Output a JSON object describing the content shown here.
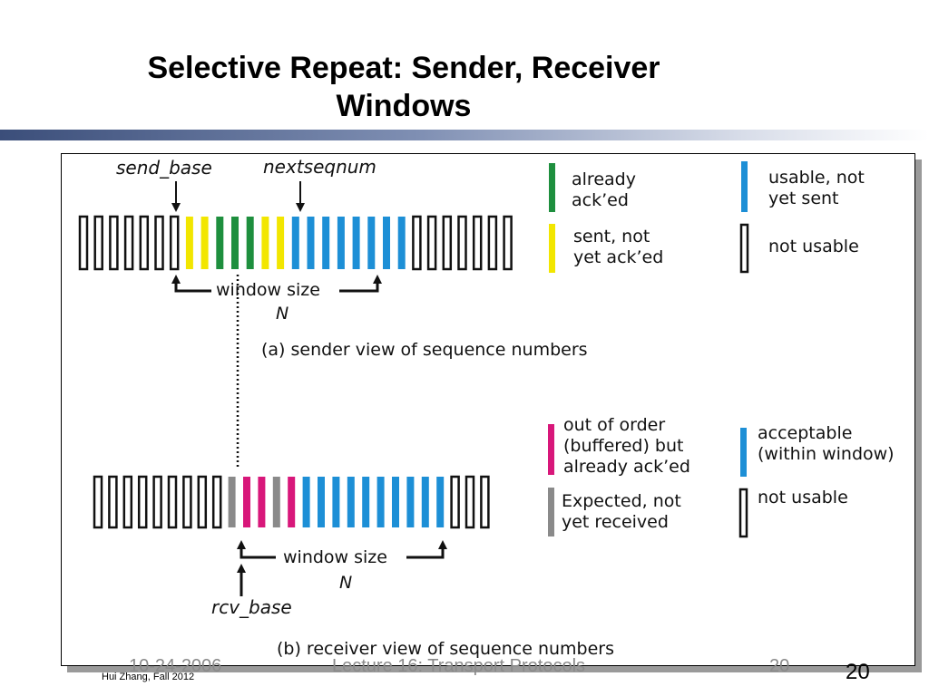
{
  "slide": {
    "title_line1": "Selective Repeat: Sender, Receiver",
    "title_line2": "Windows"
  },
  "colors": {
    "acked": "#1e8f3e",
    "sent_not_acked": "#f2e600",
    "usable": "#1d8fd6",
    "out_of_order": "#d8177a",
    "expected": "#8a8a8a",
    "not_usable_outline": "#111111"
  },
  "sender": {
    "send_base_label": "send_base",
    "nextseqnum_label": "nextseqnum",
    "window_size_label": "window size",
    "n_label": "N",
    "caption": "(a) sender view of sequence numbers",
    "slots": [
      "not_usable",
      "not_usable",
      "not_usable",
      "not_usable",
      "not_usable",
      "not_usable",
      "not_usable",
      "sent",
      "sent",
      "acked",
      "acked",
      "acked",
      "sent",
      "sent",
      "usable",
      "usable",
      "usable",
      "usable",
      "usable",
      "usable",
      "usable",
      "usable",
      "not_usable",
      "not_usable",
      "not_usable",
      "not_usable",
      "not_usable",
      "not_usable",
      "not_usable"
    ],
    "legend": {
      "acked": "already ack’ed",
      "sent": "sent, not yet ack’ed",
      "usable": "usable, not yet sent",
      "not_usable": "not usable"
    }
  },
  "receiver": {
    "rcv_base_label": "rcv_base",
    "window_size_label": "window size",
    "n_label": "N",
    "caption": "(b) receiver view of sequence numbers",
    "slots": [
      "not_usable",
      "not_usable",
      "not_usable",
      "not_usable",
      "not_usable",
      "not_usable",
      "not_usable",
      "not_usable",
      "not_usable",
      "expected",
      "out_of_order",
      "out_of_order",
      "expected",
      "out_of_order",
      "usable",
      "usable",
      "usable",
      "usable",
      "usable",
      "usable",
      "usable",
      "usable",
      "usable",
      "usable",
      "not_usable",
      "not_usable",
      "not_usable"
    ],
    "legend": {
      "out_of_order": "out of order (buffered) but already ack’ed",
      "acceptable": "acceptable (within window)",
      "expected": "Expected, not yet received",
      "not_usable": "not usable"
    }
  },
  "footer": {
    "author": "Hui Zhang, Fall 2012",
    "date_ghost": "10-24-2006",
    "lecture_ghost": "Lecture 16: Transport Protocols",
    "page_ghost": "20",
    "page_number": "20"
  }
}
